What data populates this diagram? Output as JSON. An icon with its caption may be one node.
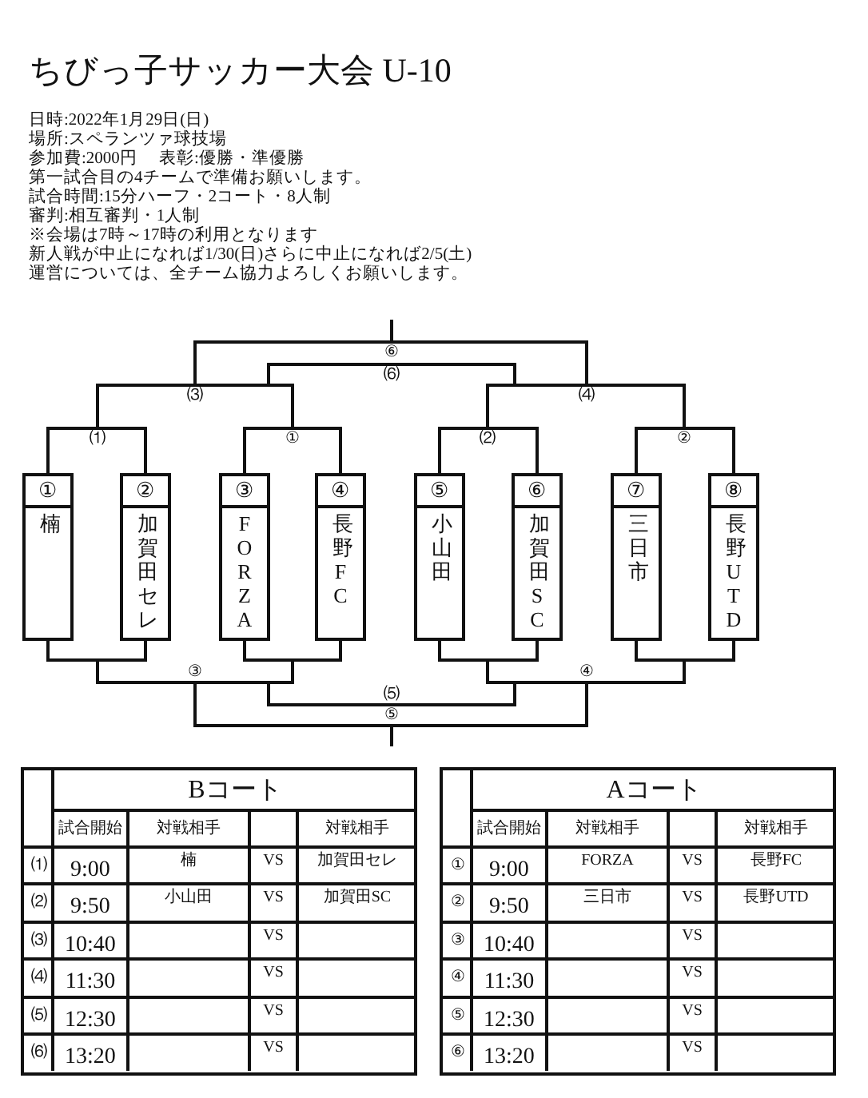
{
  "diagram": {
    "title": "ちびっ子サッカー大会 U-10",
    "nodes": [
      {
        "text": [
          "①",
          "楠"
        ]
      },
      {
        "text": [
          "②",
          "加賀田セレ"
        ]
      },
      {
        "text": [
          "③",
          "FORZA"
        ]
      },
      {
        "text": [
          "④",
          "長野FC"
        ]
      },
      {
        "text": [
          "⑤",
          "小山田"
        ]
      },
      {
        "text": [
          "⑥",
          "加賀田SC"
        ]
      },
      {
        "text": [
          "⑦",
          "三日市"
        ]
      },
      {
        "text": [
          "⑧",
          "長野UTD"
        ]
      }
    ],
    "labels": [
      "日時:2022年1月29日(日)",
      "場所:スペランツァ球技場",
      "参加費:2000円　 表彰:優勝・準優勝",
      "第一試合目の4チームで準備お願いします。",
      "試合時間:15分ハーフ・2コート・8人制",
      "審判:相互審判・1人制",
      "※会場は7時～17時の利用となります",
      "新人戦が中止になれば1/30(日)さらに中止になれば2/5(土)",
      "運営については、全チーム協力よろしくお願いします。",
      "⑥",
      "⑹",
      "⑶",
      "⑷",
      "⑴",
      "①",
      "⑵",
      "②",
      "③",
      "④",
      "⑸",
      "⑤",
      "Bコート",
      "試合開始",
      "対戦相手",
      "対戦相手",
      "⑴",
      "9:00",
      "楠",
      "VS",
      "加賀田セレ",
      "⑵",
      "9:50",
      "小山田",
      "VS",
      "加賀田SC",
      "⑶",
      "10:40",
      "VS",
      "⑷",
      "11:30",
      "VS",
      "⑸",
      "12:30",
      "VS",
      "⑹",
      "13:20",
      "VS",
      "Aコート",
      "試合開始",
      "対戦相手",
      "対戦相手",
      "①",
      "9:00",
      "FORZA",
      "VS",
      "長野FC",
      "②",
      "9:50",
      "三日市",
      "VS",
      "長野UTD",
      "③",
      "10:40",
      "VS",
      "④",
      "11:30",
      "VS",
      "⑤",
      "12:30",
      "VS",
      "⑥",
      "13:20",
      "VS"
    ]
  }
}
